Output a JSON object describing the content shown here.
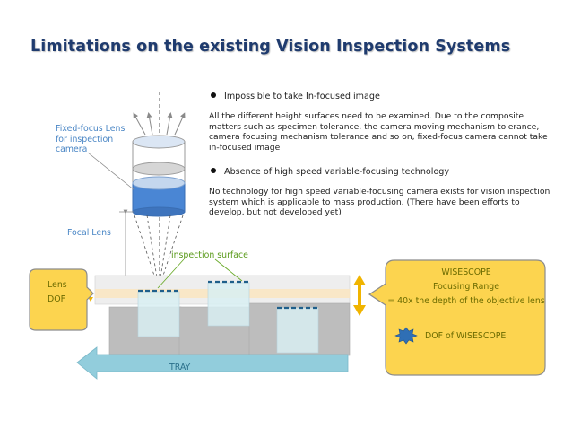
{
  "title": "Limitations on the existing Vision Inspection Systems",
  "point1": {
    "heading": "Impossible to take In-focused image",
    "body": "All the different height surfaces need to be examined. Due to the composite matters such as specimen tolerance, the camera moving mechanism tolerance, camera focusing mechanism tolerance and so on, fixed-focus camera cannot take in-focused image"
  },
  "point2": {
    "heading": "Absence of high speed variable-focusing technology",
    "body": "No technology for high speed variable-focusing camera exists for vision inspection system which is applicable to mass production. (There have been efforts to develop, but not developed yet)"
  },
  "labels": {
    "fixed_focus_lens": "Fixed-focus Lens for inspection camera",
    "focal_lens": "Focal Lens",
    "inspection_surface": "inspection surface",
    "tray": "TRAY"
  },
  "lens_dof_box": {
    "line1": "Lens",
    "line2": "DOF"
  },
  "wisescope_box": {
    "title": "WISESCOPE",
    "subtitle": "Focusing Range",
    "description": "= 40x the depth of the objective lens",
    "legend": "DOF of WISESCOPE"
  },
  "colors": {
    "title": "#1f3b6e",
    "callout_fill": "#fcd44f",
    "callout_border": "#8c8c8c",
    "tray_arrow": "#92cddc",
    "lens_blue": "#4a86d4",
    "accent_arrow": "#f0b400",
    "dof_band": "#f9e6c4",
    "dash_blue": "#1f5f8b",
    "green_label": "#5a9a1a"
  }
}
